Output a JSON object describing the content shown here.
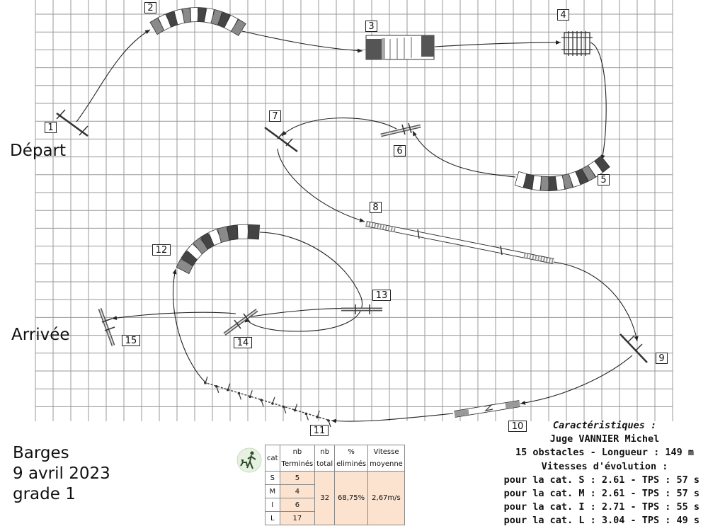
{
  "labels": {
    "depart": "Départ",
    "arrivee": "Arrivée"
  },
  "obstacles": [
    "1",
    "2",
    "3",
    "4",
    "5",
    "6",
    "7",
    "8",
    "9",
    "10",
    "11",
    "12",
    "13",
    "14",
    "15"
  ],
  "event": {
    "place": "Barges",
    "date": "9 avril 2023",
    "grade": "grade 1"
  },
  "stats": {
    "headers": {
      "cat": "cat",
      "nb_termines_1": "nb",
      "nb_termines_2": "Terminés",
      "nb_total_1": "nb",
      "nb_total_2": "total",
      "pct_1": "%",
      "pct_2": "eliminés",
      "vitesse_1": "Vitesse",
      "vitesse_2": "moyenne"
    },
    "rows": [
      {
        "cat": "S",
        "termines": "5"
      },
      {
        "cat": "M",
        "termines": "4"
      },
      {
        "cat": "I",
        "termines": "6"
      },
      {
        "cat": "L",
        "termines": "17"
      }
    ],
    "total": "32",
    "pct_elimines": "68,75%",
    "vitesse_moyenne": "2,67m/s"
  },
  "caracteristiques": {
    "title": "Caractéristiques :",
    "juge": "Juge VANNIER Michel",
    "summary": "15 obstacles - Longueur : 149 m",
    "vitesses_title": "Vitesses d'évolution :",
    "lines": [
      "pour la cat. S : 2.61 - TPS : 57 s",
      "pour la cat. M : 2.61 - TPS : 57 s",
      "pour la cat. I :  2.71 - TPS : 55 s",
      "pour la cat. L : 3.04 - TPS : 49 s"
    ]
  },
  "colors": {
    "grid": "#9a9a9a",
    "path": "#222222",
    "tunnel_dark": "#444444",
    "tunnel_mid": "#8a8a8a",
    "tunnel_light": "#ffffff",
    "highlight": "#fbe3cf"
  },
  "icons": {
    "logo": "dog-handler-icon"
  }
}
